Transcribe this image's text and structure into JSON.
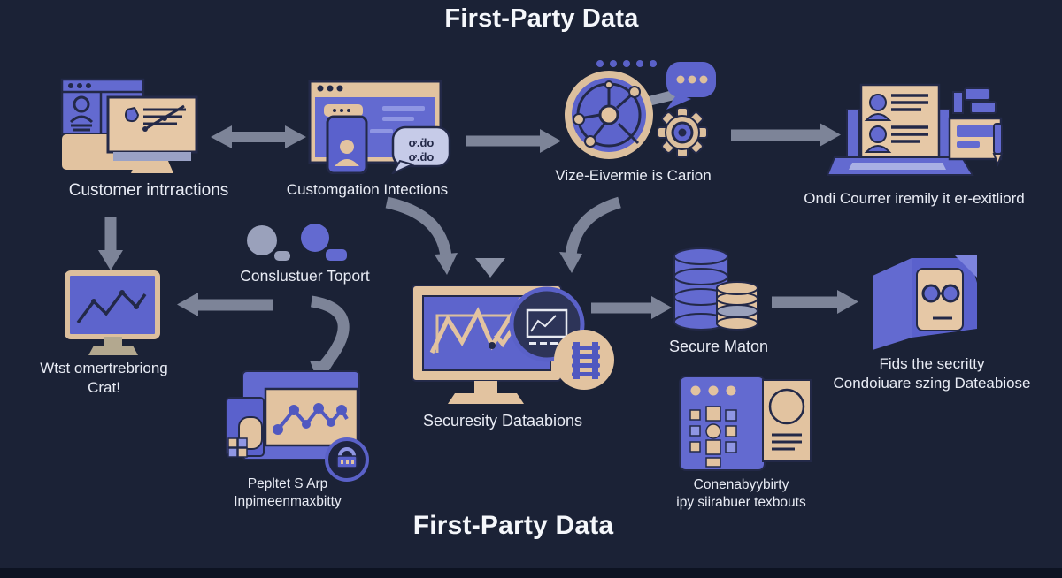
{
  "titles": {
    "top": "First-Party Data",
    "bottom": "First-Party Data"
  },
  "nodes": [
    {
      "id": "customer-interactions",
      "label": "Customer intrractions"
    },
    {
      "id": "customogation-intections",
      "label": "Customgation Intections"
    },
    {
      "id": "vize-eivermie",
      "label": "Vize-Eivermie is Carion"
    },
    {
      "id": "ondi-courrer",
      "label": "Ondi Courrer iremily it er-exitliord"
    },
    {
      "id": "wtst-monitor",
      "label_line1": "Wtst omertrebriong",
      "label_line2": "Crat!"
    },
    {
      "id": "conslustuer-toport",
      "label": "Conslustuer Toport"
    },
    {
      "id": "securesity-dataabions",
      "label": "Securesity Dataabions"
    },
    {
      "id": "secure-maton",
      "label": "Secure Maton"
    },
    {
      "id": "fids-security",
      "label_line1": "Fids the secritty",
      "label_line2": "Condoiuare szing Dateabiose"
    },
    {
      "id": "pepltet-arp",
      "label_line1": "Pepltet S Arp",
      "label_line2": "Inpimeenmaxbitty"
    },
    {
      "id": "conenabyybirty",
      "label_line1": "Conenabyybirty",
      "label_line2": "ipy siirabuer texbouts"
    }
  ],
  "speech_bubble": {
    "line1": "ơ.ḋo",
    "line2": "ơ.ḋo"
  },
  "colors": {
    "background": "#1b2236",
    "accent_blue": "#636ad0",
    "accent_blue_dark": "#5058c0",
    "accent_tan": "#e2c3a0",
    "outline_navy": "#232948",
    "arrow_gray": "#7d8498",
    "bubble_lavender": "#c6cbe8",
    "text": "#e9ecf5"
  }
}
